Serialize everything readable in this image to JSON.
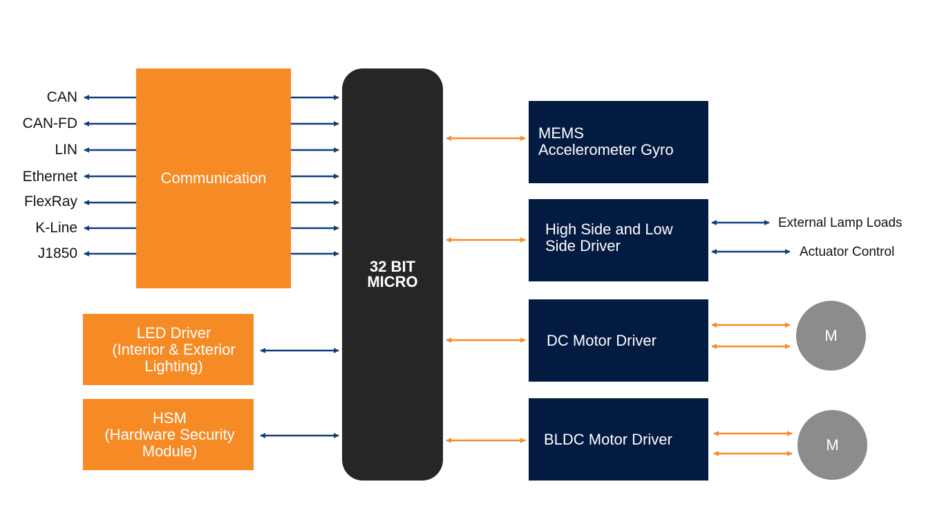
{
  "colors": {
    "orange": "#f68b26",
    "navy": "#031a41",
    "micro": "#262626",
    "motor": "#8c8c8c",
    "navy_arrow": "#0d3f7a",
    "orange_arrow": "#f68b26"
  },
  "communication": {
    "label": "Communication",
    "buses": [
      "CAN",
      "CAN-FD",
      "LIN",
      "Ethernet",
      "FlexRay",
      "K-Line",
      "J1850"
    ]
  },
  "led_driver": {
    "line1": "LED Driver",
    "line2": "(Interior & Exterior",
    "line3": "Lighting)"
  },
  "hsm": {
    "line1": "HSM",
    "line2": "(Hardware Security",
    "line3": "Module)"
  },
  "micro": {
    "line1": "32 BIT",
    "line2": "MICRO"
  },
  "mems": {
    "line1": "MEMS",
    "line2": "Accelerometer Gyro"
  },
  "hs_ls_driver": {
    "line1": "High Side and Low",
    "line2": "Side Driver",
    "outputs": [
      "External Lamp Loads",
      "Actuator Control"
    ]
  },
  "dc_motor_driver": {
    "label": "DC Motor Driver",
    "motor": "M"
  },
  "bldc_motor_driver": {
    "label": "BLDC Motor Driver",
    "motor": "M"
  }
}
